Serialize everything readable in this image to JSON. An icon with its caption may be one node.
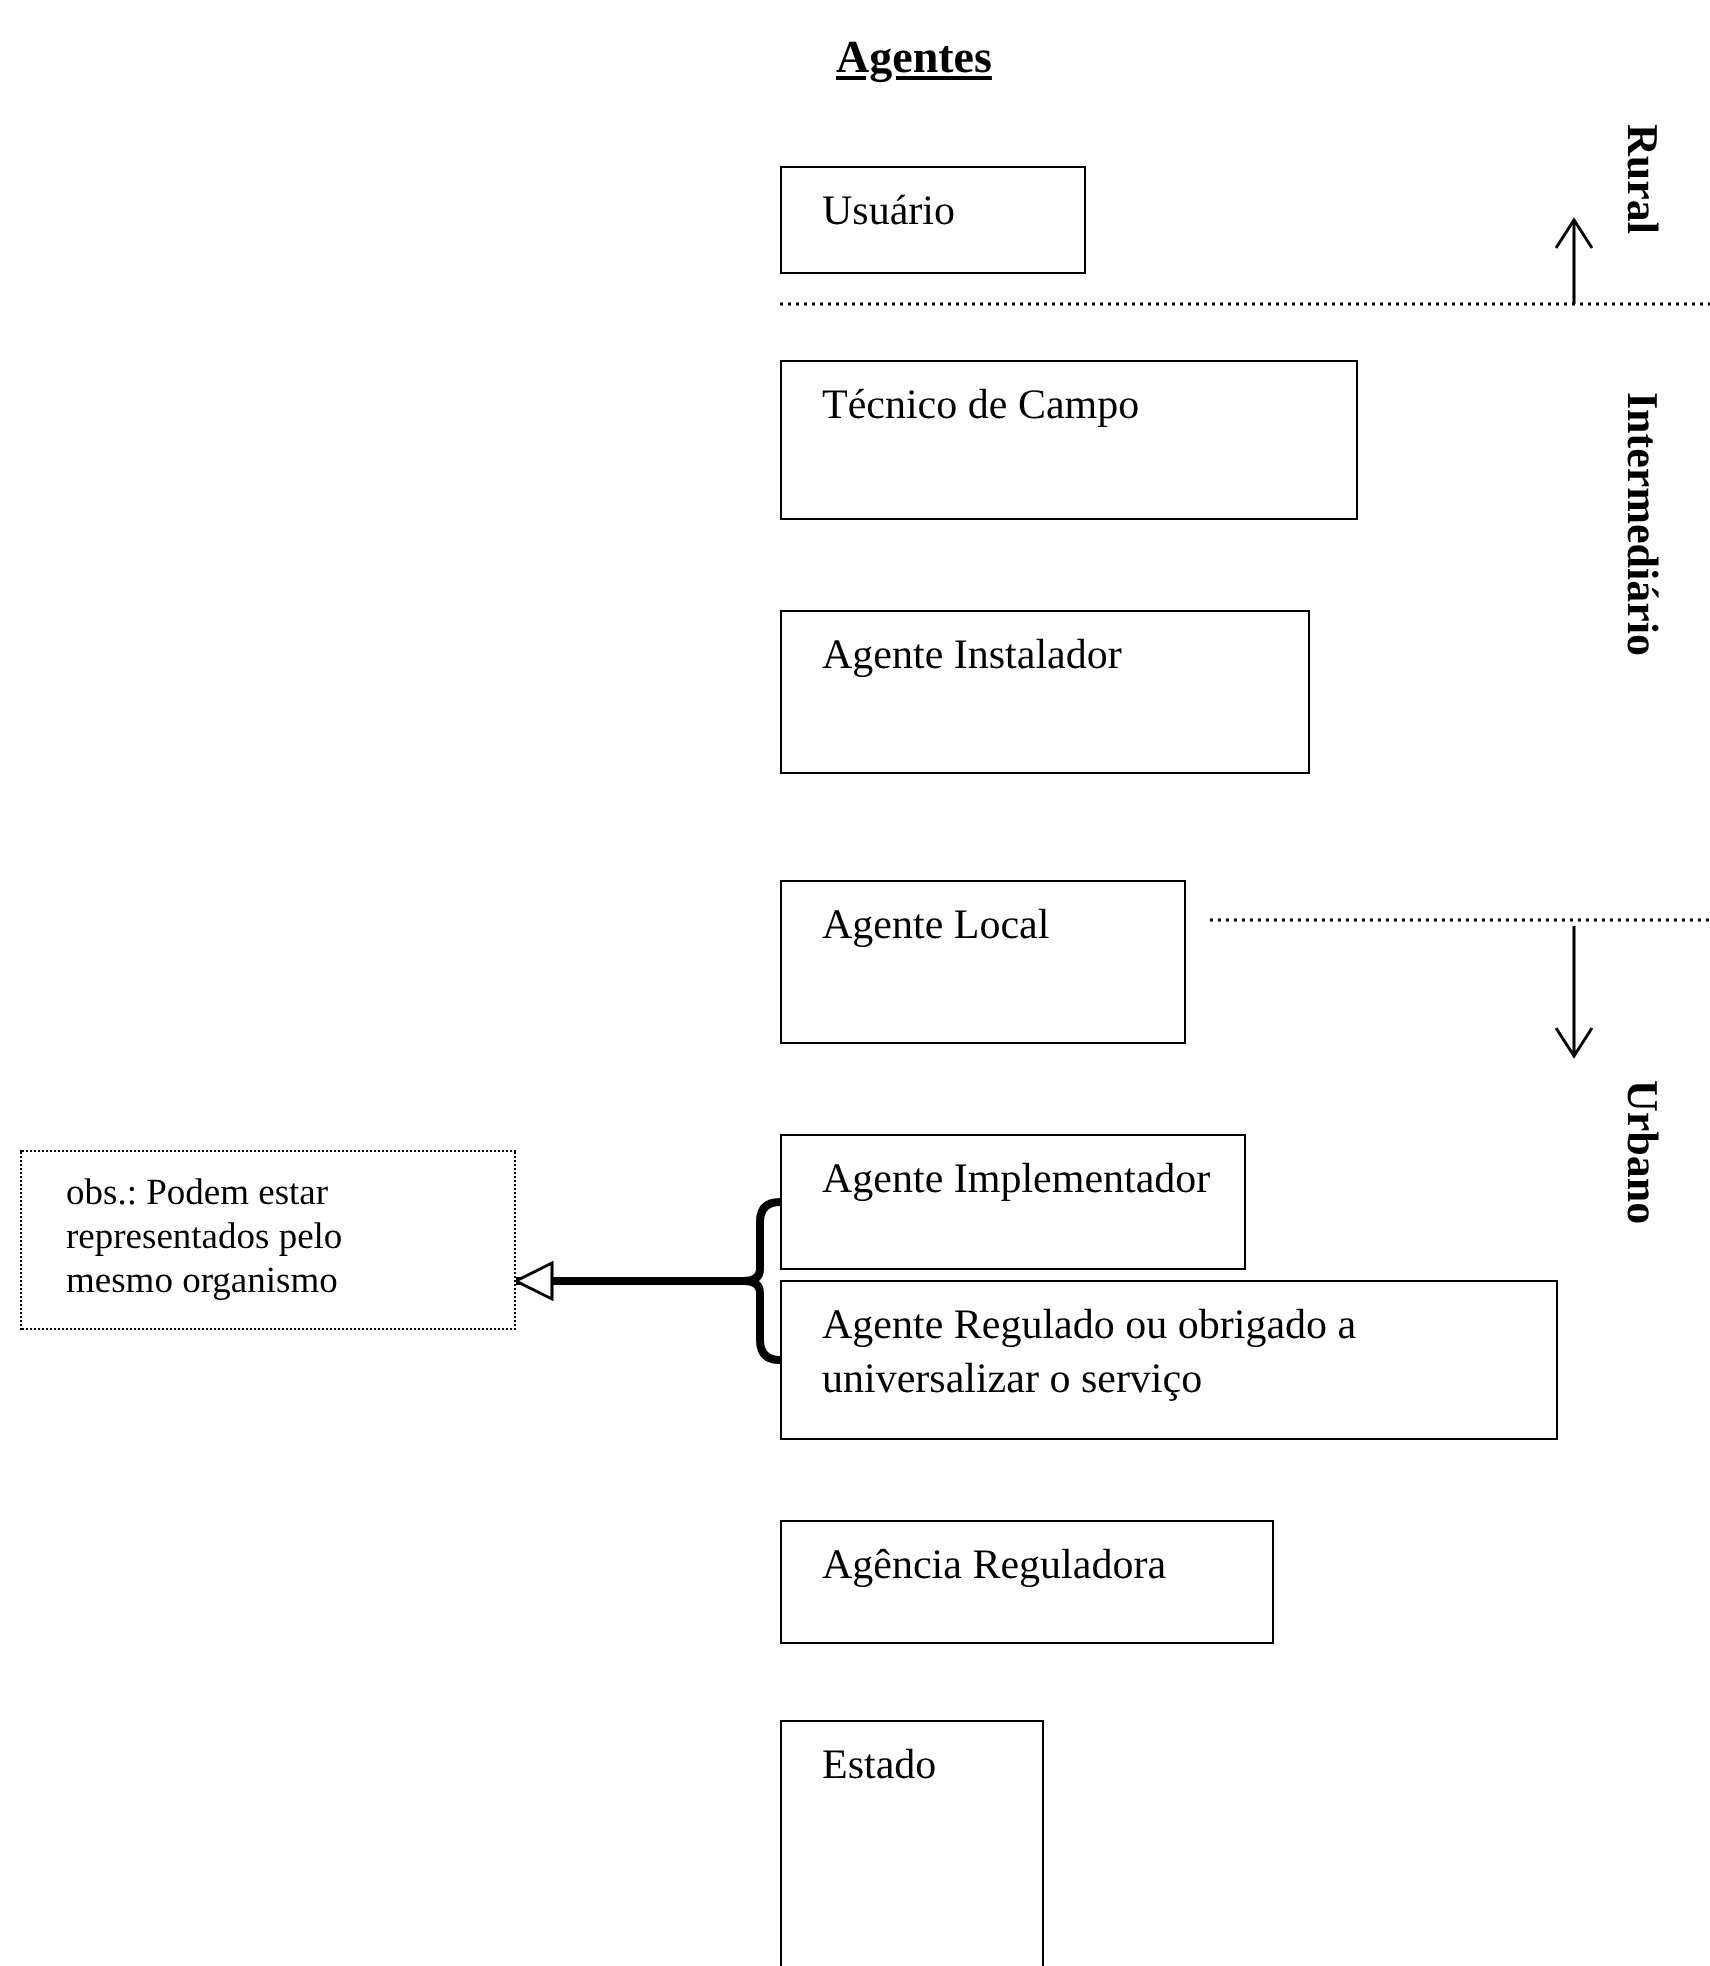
{
  "diagram": {
    "title": "Agentes",
    "nodes": [
      {
        "text": [
          "Usuário"
        ]
      },
      {
        "text": [
          "Técnico de Campo"
        ]
      },
      {
        "text": [
          "Agente Instalador"
        ]
      },
      {
        "text": [
          "Agente Local"
        ]
      },
      {
        "text": [
          "Agente Implementador"
        ]
      },
      {
        "text": [
          "Agente Regulado ou obrigado a universalizar o serviço"
        ]
      },
      {
        "text": [
          "Agência Reguladora"
        ]
      },
      {
        "text": [
          "Estado"
        ]
      },
      {
        "text": [
          "obs.: Podem estar representados pelo mesmo organismo"
        ]
      }
    ],
    "edges": [
      {
        "from": 4,
        "to": 8,
        "arrow": "to"
      },
      {
        "from": 5,
        "to": 8,
        "arrow": "to"
      }
    ],
    "labels": [
      "Rural",
      "Intermediário",
      "Urbano"
    ]
  }
}
